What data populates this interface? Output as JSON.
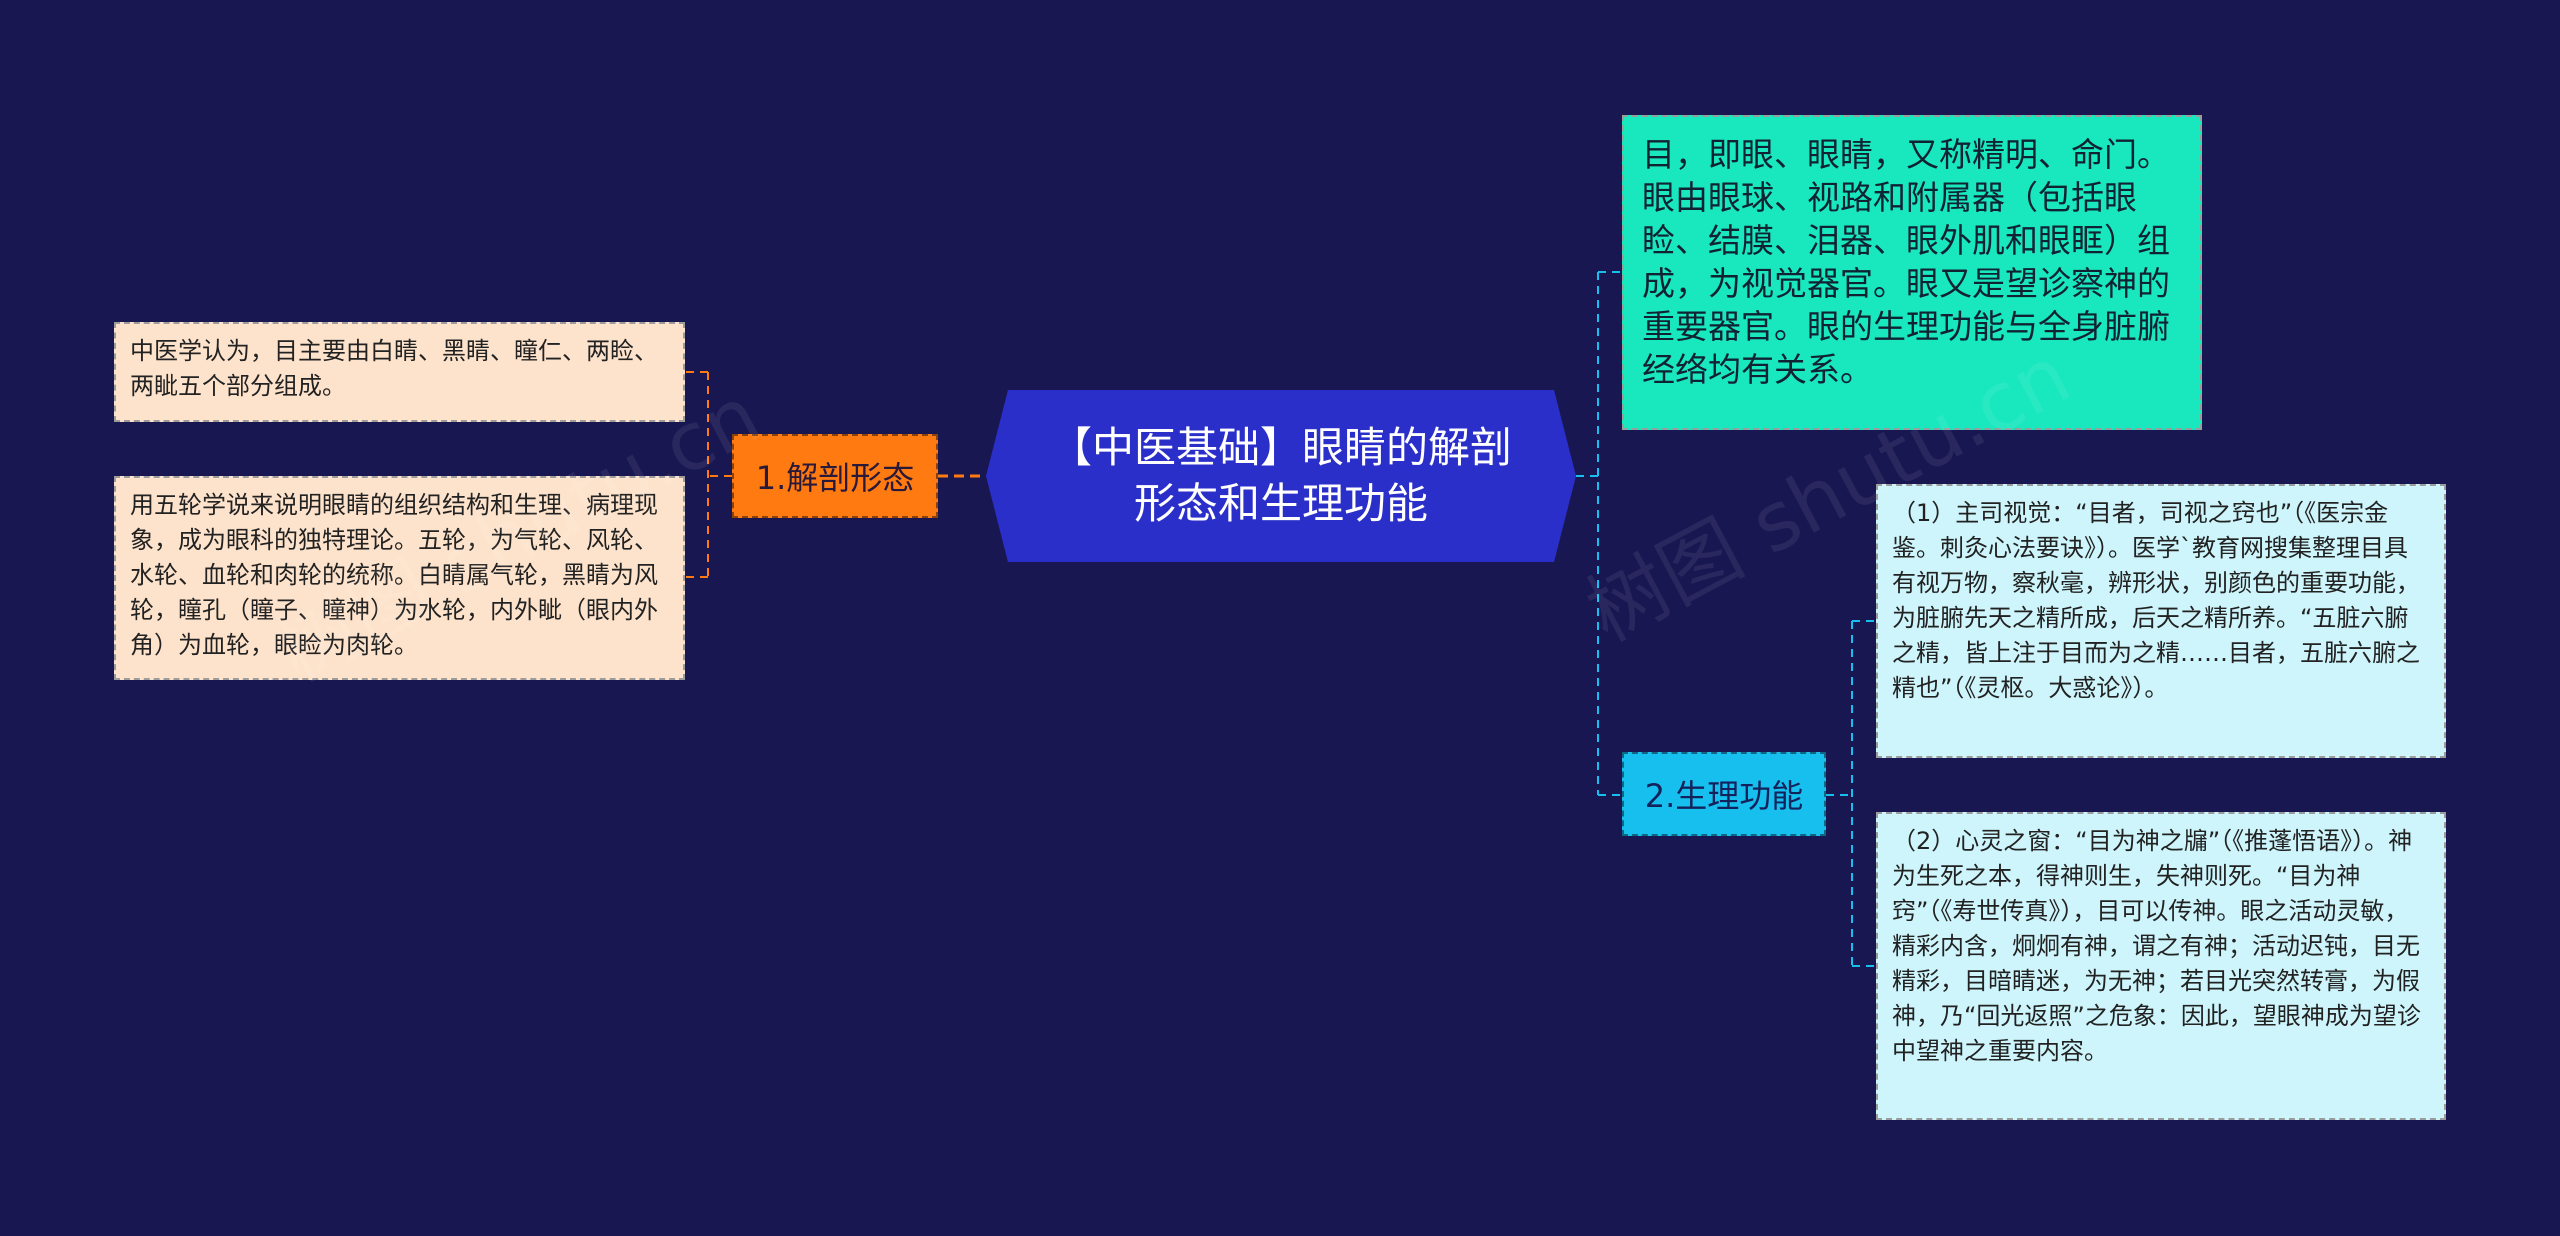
{
  "root": {
    "title": "【中医基础】眼睛的解剖形态和生理功能"
  },
  "branches": {
    "anatomy": {
      "label": "1.解剖形态"
    },
    "physiology": {
      "label": "2.生理功能"
    }
  },
  "leaves": {
    "anatomy_1": "中医学认为，目主要由白睛、黑睛、瞳仁、两睑、两眦五个部分组成。",
    "anatomy_2": "用五轮学说来说明眼睛的组织结构和生理、病理现象，成为眼科的独特理论。五轮，为气轮、风轮、水轮、血轮和肉轮的统称。白睛属气轮，黑睛为风轮，瞳孔（瞳子、瞳神）为水轮，内外眦（眼内外角）为血轮，眼睑为肉轮。",
    "root_note": "目，即眼、眼睛，又称精明、命门。眼由眼球、视路和附属器（包括眼睑、结膜、泪器、眼外肌和眼眶）组成，为视觉器官。眼又是望诊察神的重要器官。眼的生理功能与全身脏腑经络均有关系。",
    "physiology_1": "（1）主司视觉：“目者，司视之窍也”（《医宗金鉴。刺灸心法要诀》）。医学`教育网搜集整理目具有视万物，察秋毫，辨形状，别颜色的重要功能，为脏腑先天之精所成，后天之精所养。“五脏六腑之精，皆上注于目而为之精……目者，五脏六腑之精也”（《灵枢。大惑论》）。",
    "physiology_2": "（2）心灵之窗：“目为神之牖”（《推蓬悟语》）。神为生死之本，得神则生，失神则死。“目为神窍”（《寿世传真》），目可以传神。眼之活动灵敏，精彩内含，炯炯有神，谓之有神；活动迟钝，目无精彩，目暗睛迷，为无神；若目光突然转膏，为假神，乃“回光返照”之危象：因此，望眼神成为望诊中望神之重要内容。"
  },
  "watermark": "树图 shutu.cn",
  "colors": {
    "background": "#191751",
    "root": "#2b2fc9",
    "anatomy_branch": "#ff7a10",
    "physiology_branch": "#16bfee",
    "anatomy_leaf": "#fde3cc",
    "note_leaf": "#19e8be",
    "physiology_leaf": "#cdf5fb"
  }
}
